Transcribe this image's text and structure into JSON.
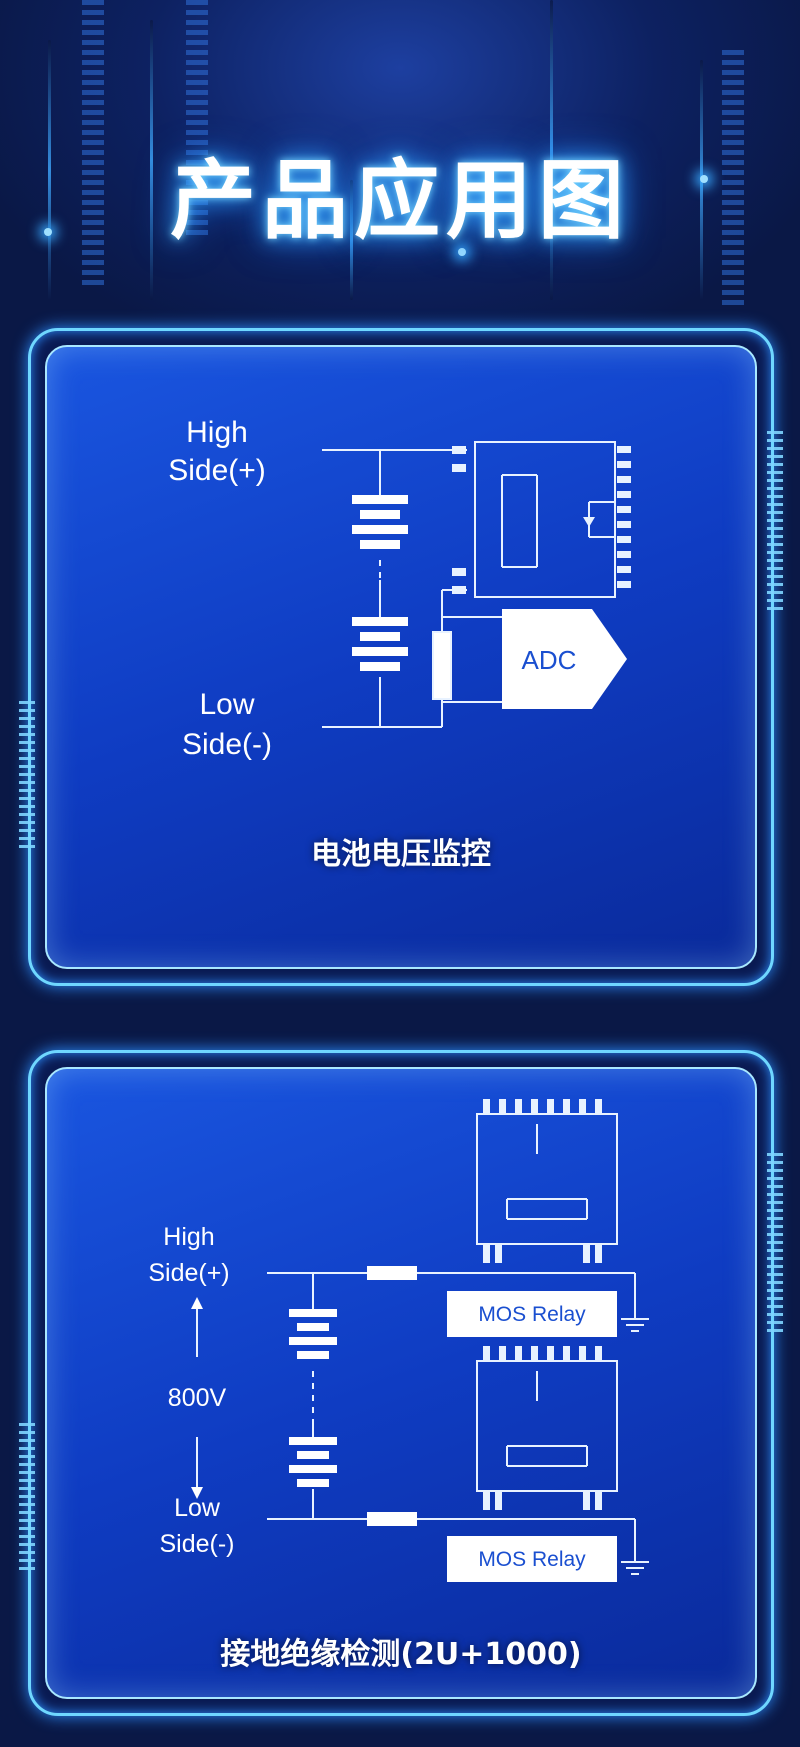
{
  "header": {
    "title": "产品应用图"
  },
  "panel1": {
    "high_side": [
      "High",
      "Side(+)"
    ],
    "low_side": [
      "Low",
      "Side(-)"
    ],
    "adc_label": "ADC",
    "caption": "电池电压监控"
  },
  "panel2": {
    "high_side": [
      "High",
      "Side(+)"
    ],
    "voltage_label": "800V",
    "low_side": [
      "Low",
      "Side(-)"
    ],
    "relay_top_label": "MOS Relay",
    "relay_bottom_label": "MOS Relay",
    "caption": "接地绝缘检测(2U+1000)"
  },
  "colors": {
    "background": "#0a1846",
    "panel_fill": "#1348d4",
    "glow": "#37a8ff"
  }
}
